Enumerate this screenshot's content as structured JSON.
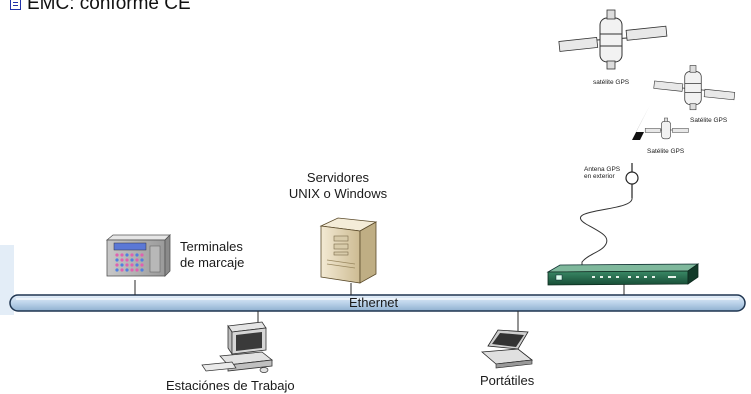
{
  "header": {
    "text": "EMC: conforme CE"
  },
  "labels": {
    "servers": [
      "Servidores",
      "UNIX o Windows"
    ],
    "terminals": [
      "Terminales",
      "de marcaje"
    ],
    "workstations": "Estaciónes de Trabajo",
    "laptops": "Portátiles",
    "ethernet": "Ethernet",
    "antenna": [
      "Antena GPS",
      "en exterior"
    ],
    "satellite_1": "satélite GPS",
    "satellite_2": "Satélite GPS",
    "satellite_3": "Satélite GPS"
  },
  "colors": {
    "bus_fill": "#c9dcee",
    "bus_stroke": "#1f3550",
    "device_gray": "#d8d8d8",
    "server_beige": "#e8dcc0",
    "rack_green": "#1f6b4a",
    "keypad_pink": "#e060b0",
    "keypad_blue": "#5080e0"
  },
  "icons": [
    "satellite-icon",
    "antenna-icon",
    "lightning-icon",
    "server-icon",
    "terminal-icon",
    "workstation-icon",
    "laptop-icon",
    "gps-rack-icon"
  ]
}
